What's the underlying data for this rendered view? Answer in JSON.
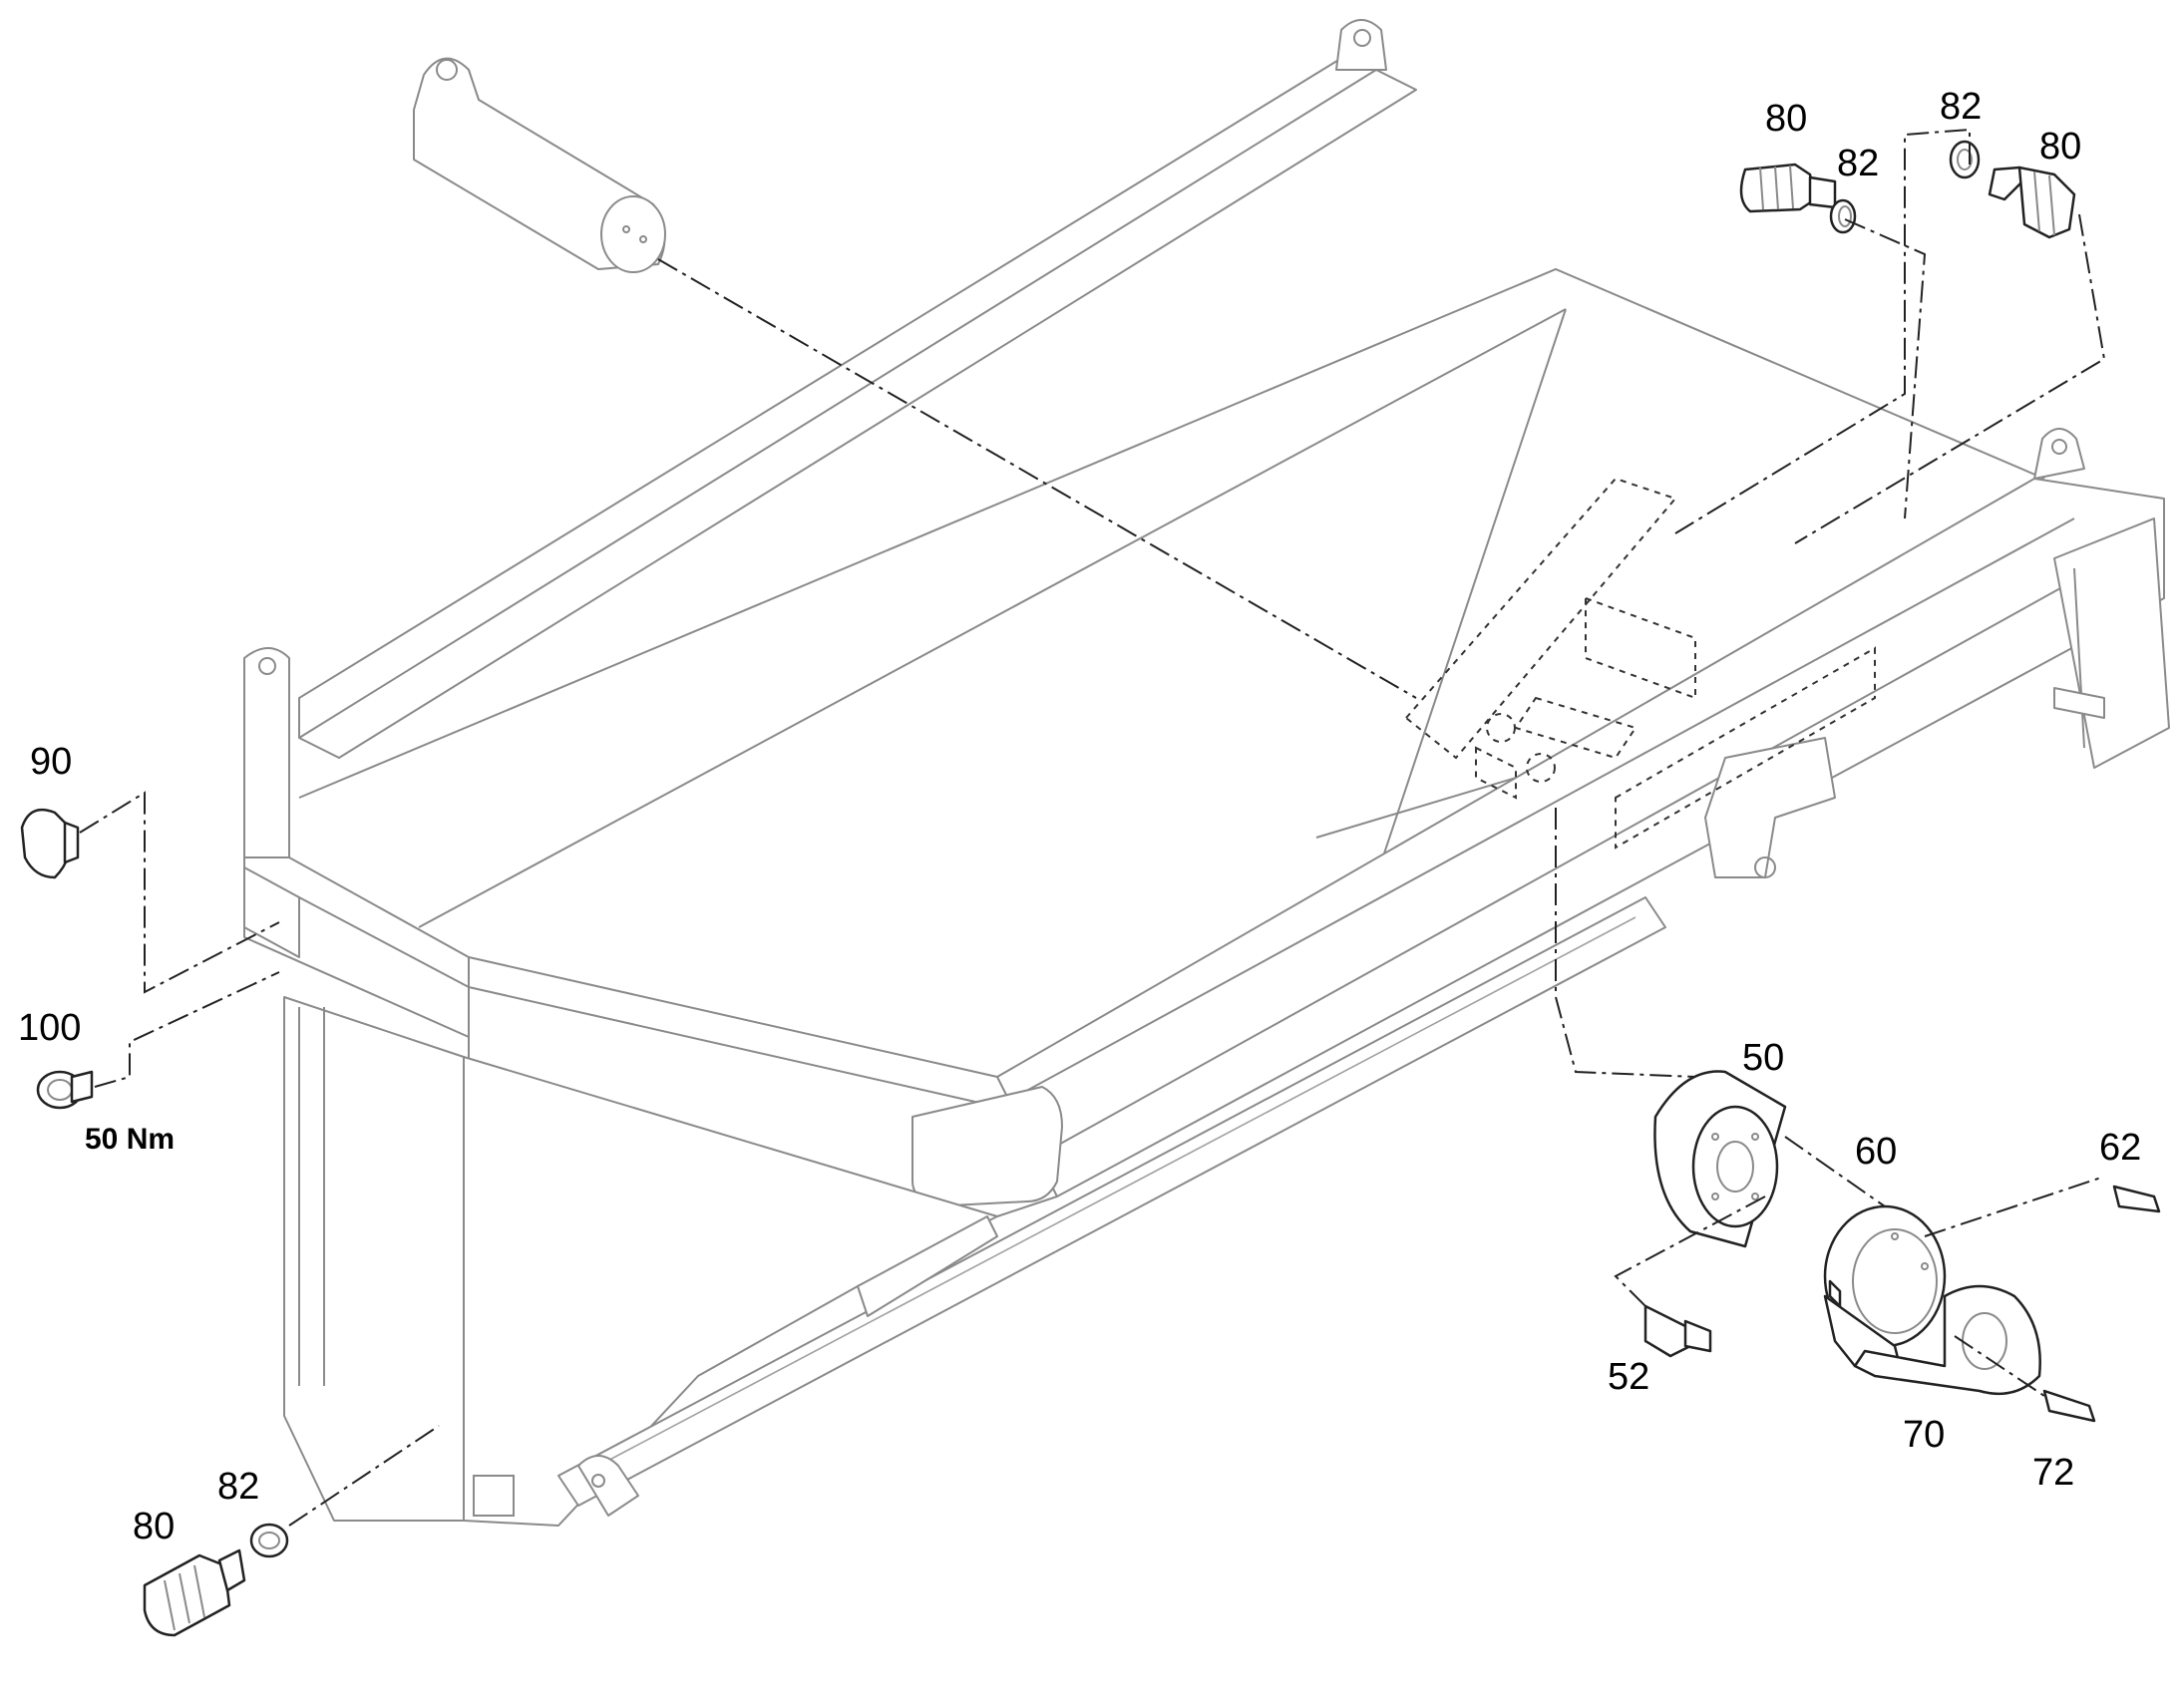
{
  "callouts": {
    "c90": "90",
    "c100": "100",
    "c50": "50",
    "c60": "60",
    "c62": "62",
    "c52": "52",
    "c70": "70",
    "c72": "72",
    "c80_top_left": "80",
    "c82_top_mid": "82",
    "c82_top_right": "82",
    "c80_top_right": "80",
    "c82_bottom": "82",
    "c80_bottom": "80"
  },
  "annotations": {
    "torque_100": "50 Nm"
  },
  "colors": {
    "part_outline": "#8a8a8a",
    "fitting_outline": "#222222",
    "leader_line": "#222222",
    "background": "#ffffff"
  }
}
